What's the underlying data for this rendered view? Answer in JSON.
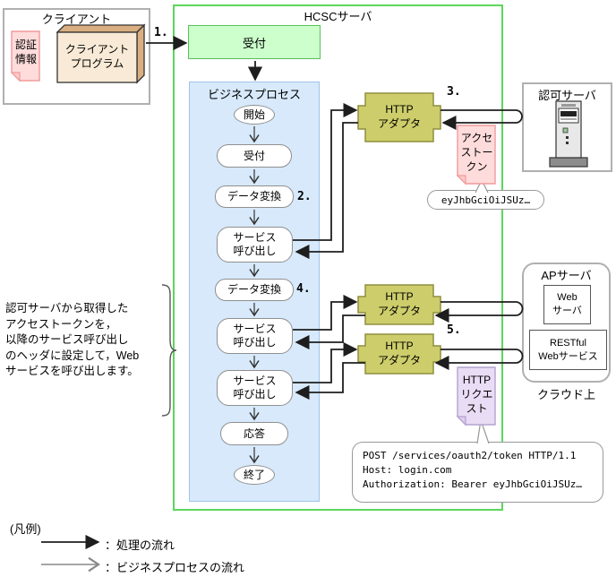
{
  "client": {
    "title": "クライアント",
    "auth_note": "認証\n情報",
    "program": "クライアント\nプログラム"
  },
  "hcsc": {
    "title": "HCSCサーバ",
    "reception": "受付"
  },
  "bp": {
    "title": "ビジネスプロセス",
    "nodes": {
      "start": "開始",
      "reception": "受付",
      "convert1": "データ変換",
      "service1": "サービス\n呼び出し",
      "convert2": "データ変換",
      "service2": "サービス\n呼び出し",
      "service3": "サービス\n呼び出し",
      "response": "応答",
      "end": "終了"
    }
  },
  "steps": {
    "s1": "1.",
    "s2": "2.",
    "s3": "3.",
    "s4": "4.",
    "s5": "5."
  },
  "adapters": {
    "a1": "HTTP\nアダプタ",
    "a2": "HTTP\nアダプタ",
    "a3": "HTTP\nアダプタ"
  },
  "auth_server": {
    "title": "認可サーバ",
    "token_note": "アクセ\nストー\nクン",
    "token_value": "eyJhbGciOiJSUz…"
  },
  "ap_server": {
    "title": "APサーバ",
    "web_server": "Web\nサーバ",
    "restful": "RESTful\nWebサービス",
    "cloud": "クラウド上"
  },
  "http_request": {
    "note": "HTTP\nリクエ\nスト",
    "content": "POST /services/oauth2/token HTTP/1.1\nHost: login.com\nAuthorization: Bearer eyJhbGciOiJSUz…"
  },
  "annotation": "認可サーバから取得した\nアクセストークンを，\n以降のサービス呼び出し\nのヘッダに設定して，Web\nサービスを呼び出します。",
  "legend": {
    "title": "(凡例)",
    "process_flow": "：処理の流れ",
    "bp_flow": "：ビジネスプロセスの流れ"
  },
  "colors": {
    "hcsc_border": "#5cd65c",
    "reception_fill": "#ccffcc",
    "bp_fill": "#d7e9fb",
    "adapter_fill": "#cdcd6b",
    "note_pink": "#ffdcdc",
    "note_purple": "#e9dcf5",
    "program_face": "#f8ead6",
    "program_side": "#d9ae80"
  }
}
